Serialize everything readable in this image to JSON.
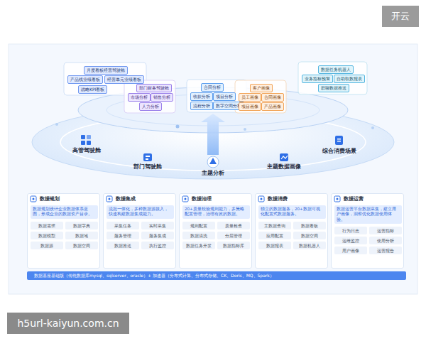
{
  "diagram": {
    "nodes": [
      {
        "text": [
          "月度看板经营驾驶舱"
        ]
      },
      {
        "text": [
          "产品线业绩看板"
        ]
      },
      {
        "text": [
          "经营单元业绩看板"
        ]
      },
      {
        "text": [
          "战略KPI看板"
        ]
      },
      {
        "text": [
          "部门财务驾驶舱"
        ]
      },
      {
        "text": [
          "市场分析"
        ]
      },
      {
        "text": [
          "销售分析"
        ]
      },
      {
        "text": [
          "人力分析"
        ]
      },
      {
        "text": [
          "合同分析"
        ]
      },
      {
        "text": [
          "收款分析"
        ]
      },
      {
        "text": [
          "项目分析"
        ]
      },
      {
        "text": [
          "流程分析"
        ]
      },
      {
        "text": [
          "数字空间分析"
        ]
      },
      {
        "text": [
          "客户画像"
        ]
      },
      {
        "text": [
          "员工画像"
        ]
      },
      {
        "text": [
          "合同画像"
        ]
      },
      {
        "text": [
          "项目画像"
        ]
      },
      {
        "text": [
          "产品画像"
        ]
      },
      {
        "text": [
          "数据任务机器人"
        ]
      },
      {
        "text": [
          "业务指标预警"
        ]
      },
      {
        "text": [
          "自助取数报表"
        ]
      },
      {
        "text": [
          "群聊数据推送"
        ]
      },
      {
        "text": [
          "数据规划"
        ]
      },
      {
        "text": [
          "数据规划设计企业数据体系蓝图，形成企业的数据资产目录。"
        ],
        "in": 22
      },
      {
        "text": [
          "数据需求"
        ],
        "in": 22
      },
      {
        "text": [
          "数据字典"
        ],
        "in": 22
      },
      {
        "text": [
          "数据模型"
        ],
        "in": 22
      },
      {
        "text": [
          "数据域"
        ],
        "in": 22
      },
      {
        "text": [
          "数据源"
        ],
        "in": 22
      },
      {
        "text": [
          "数据空间"
        ],
        "in": 22
      },
      {
        "text": [
          "数据集成"
        ]
      },
      {
        "text": [
          "流批一体化，多种数据源接入，快速构建数据集成能力。"
        ],
        "in": 30
      },
      {
        "text": [
          "采集任务"
        ],
        "in": 30
      },
      {
        "text": [
          "实时采集"
        ],
        "in": 30
      },
      {
        "text": [
          "服务管理"
        ],
        "in": 30
      },
      {
        "text": [
          "服务集成"
        ],
        "in": 30
      },
      {
        "text": [
          "数据推送"
        ],
        "in": 30
      },
      {
        "text": [
          "执行监控"
        ],
        "in": 30
      },
      {
        "text": [
          "数据治理"
        ]
      },
      {
        "text": [
          "20+质量校验规则能力，多策略配置管理，治理有效的数据。"
        ],
        "in": 38
      },
      {
        "text": [
          "规则配置"
        ],
        "in": 38
      },
      {
        "text": [
          "质量检查"
        ],
        "in": 38
      },
      {
        "text": [
          "数据清洗"
        ],
        "in": 38
      },
      {
        "text": [
          "分层管理"
        ],
        "in": 38
      },
      {
        "text": [
          "数据任务开发"
        ],
        "in": 38
      },
      {
        "text": [
          "数据指标库"
        ],
        "in": 38
      },
      {
        "text": [
          "数据消费"
        ]
      },
      {
        "text": [
          "独立的数据服务，20+数据可视化配置式数据服务。"
        ],
        "in": 46
      },
      {
        "text": [
          "主数据查询"
        ],
        "in": 46
      },
      {
        "text": [
          "数据看板"
        ],
        "in": 46
      },
      {
        "text": [
          "应用配置"
        ],
        "in": 46
      },
      {
        "text": [
          "数据空间"
        ],
        "in": 46
      },
      {
        "text": [
          "数据报表"
        ],
        "in": 46
      },
      {
        "text": [
          "数据机器人"
        ],
        "in": 46
      },
      {
        "text": [
          "数据运营"
        ]
      },
      {
        "text": [
          "数据运营平台数据采集，建立用户画像，洞察优化数据使用体验。"
        ],
        "in": 54
      },
      {
        "text": [
          "行为日志"
        ],
        "in": 54
      },
      {
        "text": [
          "运营指标"
        ],
        "in": 54
      },
      {
        "text": [
          "运维监控"
        ],
        "in": 54
      },
      {
        "text": [
          "使用分析"
        ],
        "in": 54
      },
      {
        "text": [
          "用户画像"
        ],
        "in": 54
      },
      {
        "text": [
          "运营报告"
        ],
        "in": 54
      },
      {
        "text": [
          "数据基座基础版（传统数据库mysql、sqlserver、oracle）+ 加速器（分布式计算、分布式存储、CK、Doris、MQ、Spark）"
        ]
      }
    ],
    "labels": [
      "高管驾驶舱",
      "部门驾驶舱",
      "主题分析",
      "主题数据画像",
      "综合消费场景",
      "开云",
      "h5url-kaiyun.com.cn"
    ]
  }
}
